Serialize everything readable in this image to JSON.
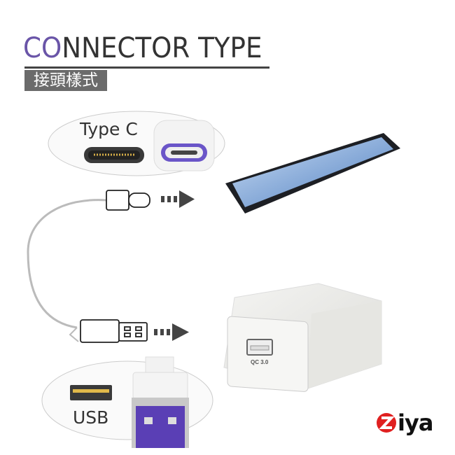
{
  "title": {
    "accent": "CO",
    "rest": "NNECTOR TYPE"
  },
  "subtitle": "接頭樣式",
  "type_c": {
    "label": "Type C"
  },
  "usb": {
    "label": "USB"
  },
  "charger": {
    "port_label": "QC 3.0"
  },
  "logo": {
    "text": "ziya"
  },
  "colors": {
    "accent": "#6a55a8",
    "subtitle_bg": "#6b6b6b",
    "logo_red": "#e02020",
    "plug_purple": "#5a3fb5"
  }
}
